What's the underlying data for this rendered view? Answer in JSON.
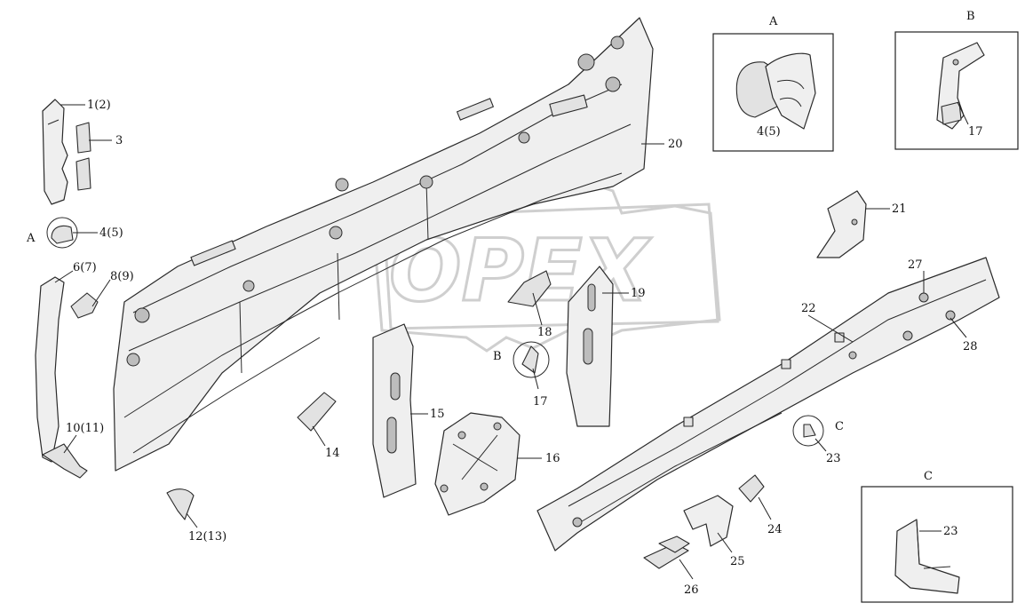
{
  "watermark": {
    "text": "OPEX"
  },
  "callouts": {
    "p1": "1(2)",
    "p3": "3",
    "p4a": "4(5)",
    "p6": "6(7)",
    "p8": "8(9)",
    "p10": "10(11)",
    "p12": "12(13)",
    "p14": "14",
    "p15": "15",
    "p16": "16",
    "p17": "17",
    "p18": "18",
    "p19": "19",
    "p20": "20",
    "p21": "21",
    "p22": "22",
    "p23": "23",
    "p24": "24",
    "p25": "25",
    "p26": "26",
    "p27": "27",
    "p28": "28"
  },
  "view_refs": {
    "a": "A",
    "b": "B",
    "c": "C"
  },
  "details": {
    "a": {
      "title": "A",
      "label": "4(5)"
    },
    "b": {
      "title": "B",
      "label": "17"
    },
    "c": {
      "title": "C",
      "label": "23"
    }
  }
}
